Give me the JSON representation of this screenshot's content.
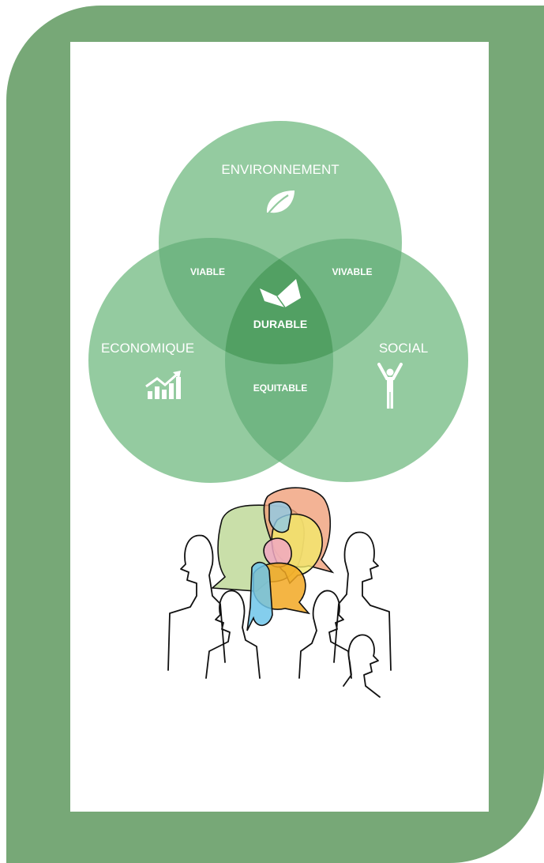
{
  "venn": {
    "colors": {
      "circle": "#8cc79b",
      "overlap": "#6db47f",
      "center": "#4f9d60",
      "frame": "#77a877"
    },
    "sets": {
      "top": "ENVIRONNEMENT",
      "left": "ECONOMIQUE",
      "right": "SOCIAL"
    },
    "intersections": {
      "top_left": "VIABLE",
      "top_right": "VIVABLE",
      "left_right": "EQUITABLE",
      "center": "DURABLE"
    },
    "icons": {
      "top": "leaf-icon",
      "left": "growth-chart-icon",
      "right": "person-cheering-icon",
      "center": "folded-paper-icon"
    }
  },
  "illustration": {
    "name": "people-discussing-speech-bubbles"
  }
}
